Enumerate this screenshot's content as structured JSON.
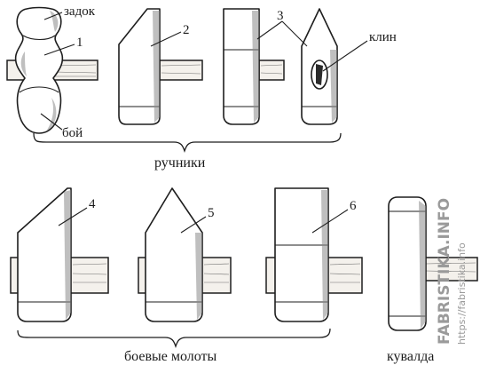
{
  "labels": {
    "zadok": "задок",
    "boy": "бой",
    "klin": "клин",
    "n1": "1",
    "n2": "2",
    "n3": "3",
    "n4": "4",
    "n5": "5",
    "n6": "6"
  },
  "captions": {
    "ruchniki": "ручники",
    "boevye_moloty": "боевые молоты",
    "kuvalda": "кувалда"
  },
  "watermark": {
    "brand": "FABRISTIKA.INFO",
    "url": "https://fabristika.info"
  }
}
